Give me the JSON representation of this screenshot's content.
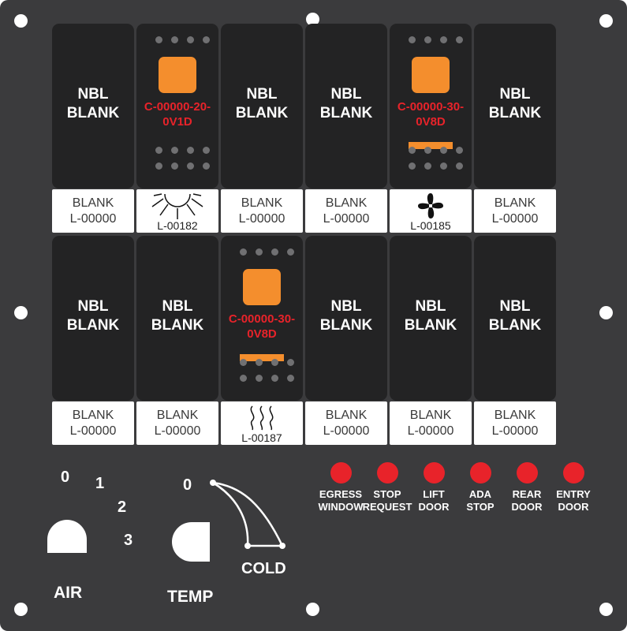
{
  "switches_row1": [
    {
      "type": "blank",
      "text": "NBL\nBLANK",
      "label": "BLANK\nL-00000"
    },
    {
      "type": "lit",
      "code": "C-00000-20-\n0V1D",
      "bar": false,
      "label_code": "L-00182",
      "icon": "sun-icon"
    },
    {
      "type": "blank",
      "text": "NBL\nBLANK",
      "label": "BLANK\nL-00000"
    },
    {
      "type": "blank",
      "text": "NBL\nBLANK",
      "label": "BLANK\nL-00000"
    },
    {
      "type": "lit",
      "code": "C-00000-30-\n0V8D",
      "bar": true,
      "label_code": "L-00185",
      "icon": "fan-icon"
    },
    {
      "type": "blank",
      "text": "NBL\nBLANK",
      "label": "BLANK\nL-00000"
    }
  ],
  "switches_row2": [
    {
      "type": "blank",
      "text": "NBL\nBLANK",
      "label": "BLANK\nL-00000"
    },
    {
      "type": "blank",
      "text": "NBL\nBLANK",
      "label": "BLANK\nL-00000"
    },
    {
      "type": "lit",
      "code": "C-00000-30-\n0V8D",
      "bar": true,
      "label_code": "L-00187",
      "icon": "heat-icon"
    },
    {
      "type": "blank",
      "text": "NBL\nBLANK",
      "label": "BLANK\nL-00000"
    },
    {
      "type": "blank",
      "text": "NBL\nBLANK",
      "label": "BLANK\nL-00000"
    },
    {
      "type": "blank",
      "text": "NBL\nBLANK",
      "label": "BLANK\nL-00000"
    }
  ],
  "indicators": [
    {
      "label": "EGRESS\nWINDOW"
    },
    {
      "label": "STOP\nREQUEST"
    },
    {
      "label": "LIFT\nDOOR"
    },
    {
      "label": "ADA\nSTOP"
    },
    {
      "label": "REAR\nDOOR"
    },
    {
      "label": "ENTRY\nDOOR"
    }
  ],
  "air_knob": {
    "title": "AIR",
    "positions": [
      "0",
      "1",
      "2",
      "3"
    ]
  },
  "temp_knob": {
    "title": "TEMP",
    "zero": "0",
    "cold": "COLD"
  },
  "colors": {
    "panel": "#3b3b3d",
    "switch": "#232324",
    "amber": "#f48e2d",
    "red": "#e8232a",
    "dot": "#707072",
    "white": "#ffffff"
  }
}
